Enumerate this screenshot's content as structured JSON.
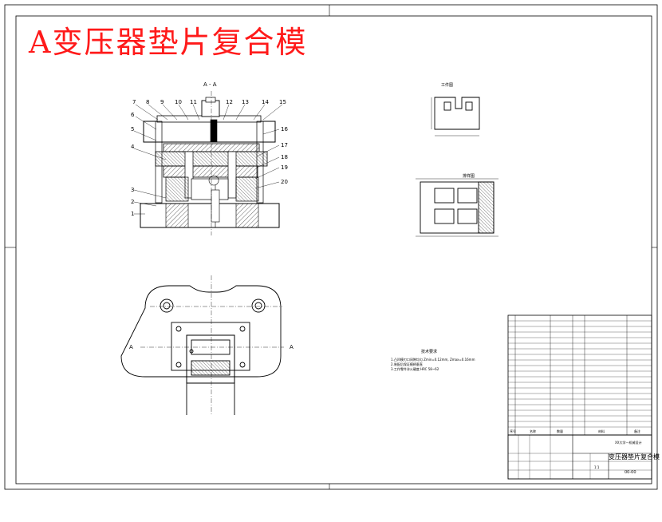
{
  "title": "A变压器垫片复合模",
  "section_label": "A - A",
  "part_numbers": [
    "1",
    "2",
    "3",
    "4",
    "5",
    "6",
    "7",
    "8",
    "9",
    "10",
    "11",
    "12",
    "13",
    "14",
    "15",
    "16",
    "17",
    "18",
    "19",
    "20"
  ],
  "section_arrow": "A",
  "notes": {
    "heading": "技术要求",
    "lines": [
      "1.凸凹模刃口间隙均匀 Zmin=0.12mm, Zmax=0.16mm",
      "2.装配后保证模柄垂直",
      "3.工作零件淬火硬度 HRC 58~62"
    ]
  },
  "part_drawing_label": "工件图",
  "layout_label": "排样图",
  "title_block": {
    "drawing_name": "变压器垫片复合模",
    "company": "XX大学—机械设计",
    "drawing_no": "00-00",
    "scale": "1:1"
  },
  "bom_header": [
    "序号",
    "名称",
    "数量",
    "材料",
    "备注"
  ]
}
